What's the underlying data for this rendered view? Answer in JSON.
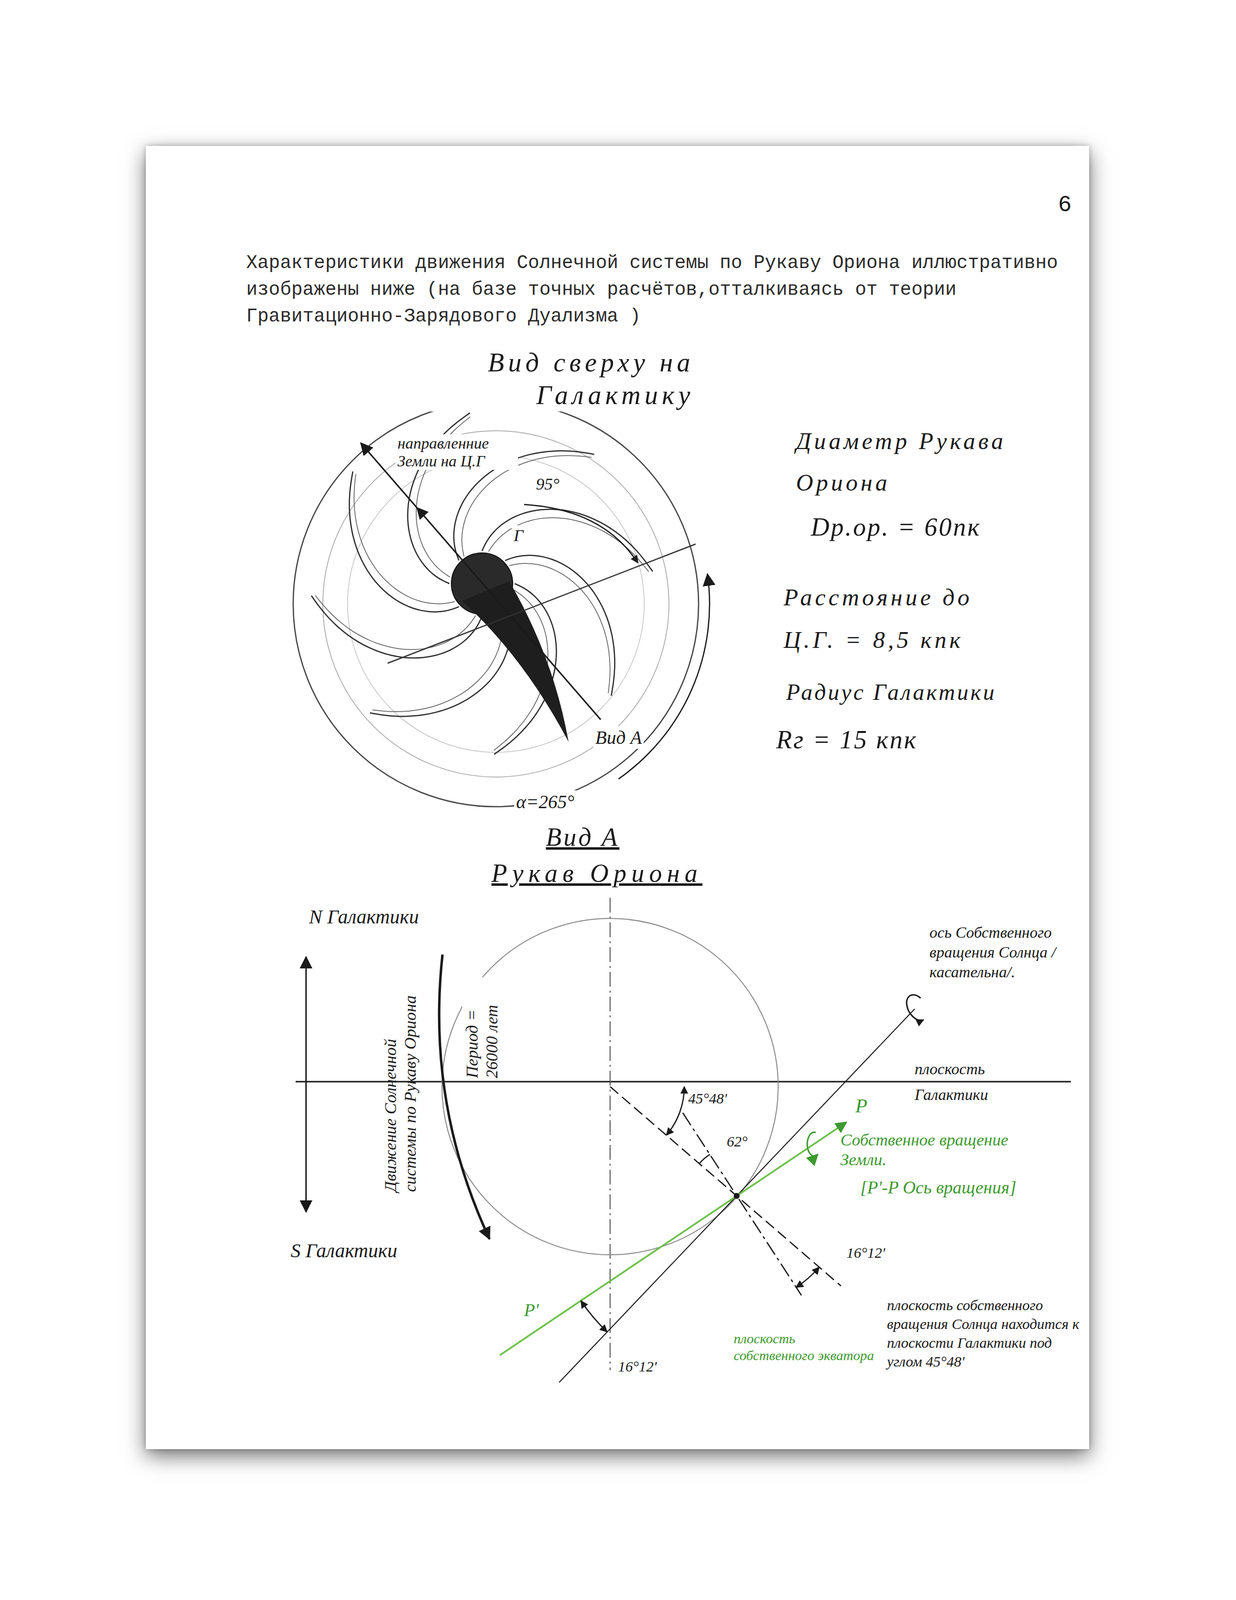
{
  "diagram": {
    "labels": [
      "6",
      "Характеристики движения Солнечной системы по Рукаву Ориона иллюстративно изображены ниже (на базе точных расчётов,отталкиваясь от теории Гравитационно-Зарядового Дуализма )",
      "Вид сверху на Галактику",
      "направленние Земли на Ц.Г",
      "95°",
      "Г",
      "Вид А",
      "α=265°",
      "Диаметр Рукава Ориона",
      "Dр.ор. = 60пк",
      "Расстояние до Ц.Г. = 8,5 кпк",
      "Радиус Галактики",
      "Rг = 15 кпк",
      "Вид А",
      "Рукав Ориона",
      "N Галактики",
      "Движение Солнечной системы по Рукаву Ориона",
      "Период = 26000 лет",
      "S Галактики",
      "ось Собственного вращения Солнца /касательна/.",
      "плоскость Галактики",
      "45°48'",
      "62°",
      "P",
      "Собственное вращение Земли.",
      "[P'-P Ось вращения]",
      "16°12'",
      "P'",
      "16°12'",
      "плоскость собственного экватора",
      "плоскость собственного вращения Солнца находится к плоскости Галактики под углом 45°48'"
    ]
  }
}
